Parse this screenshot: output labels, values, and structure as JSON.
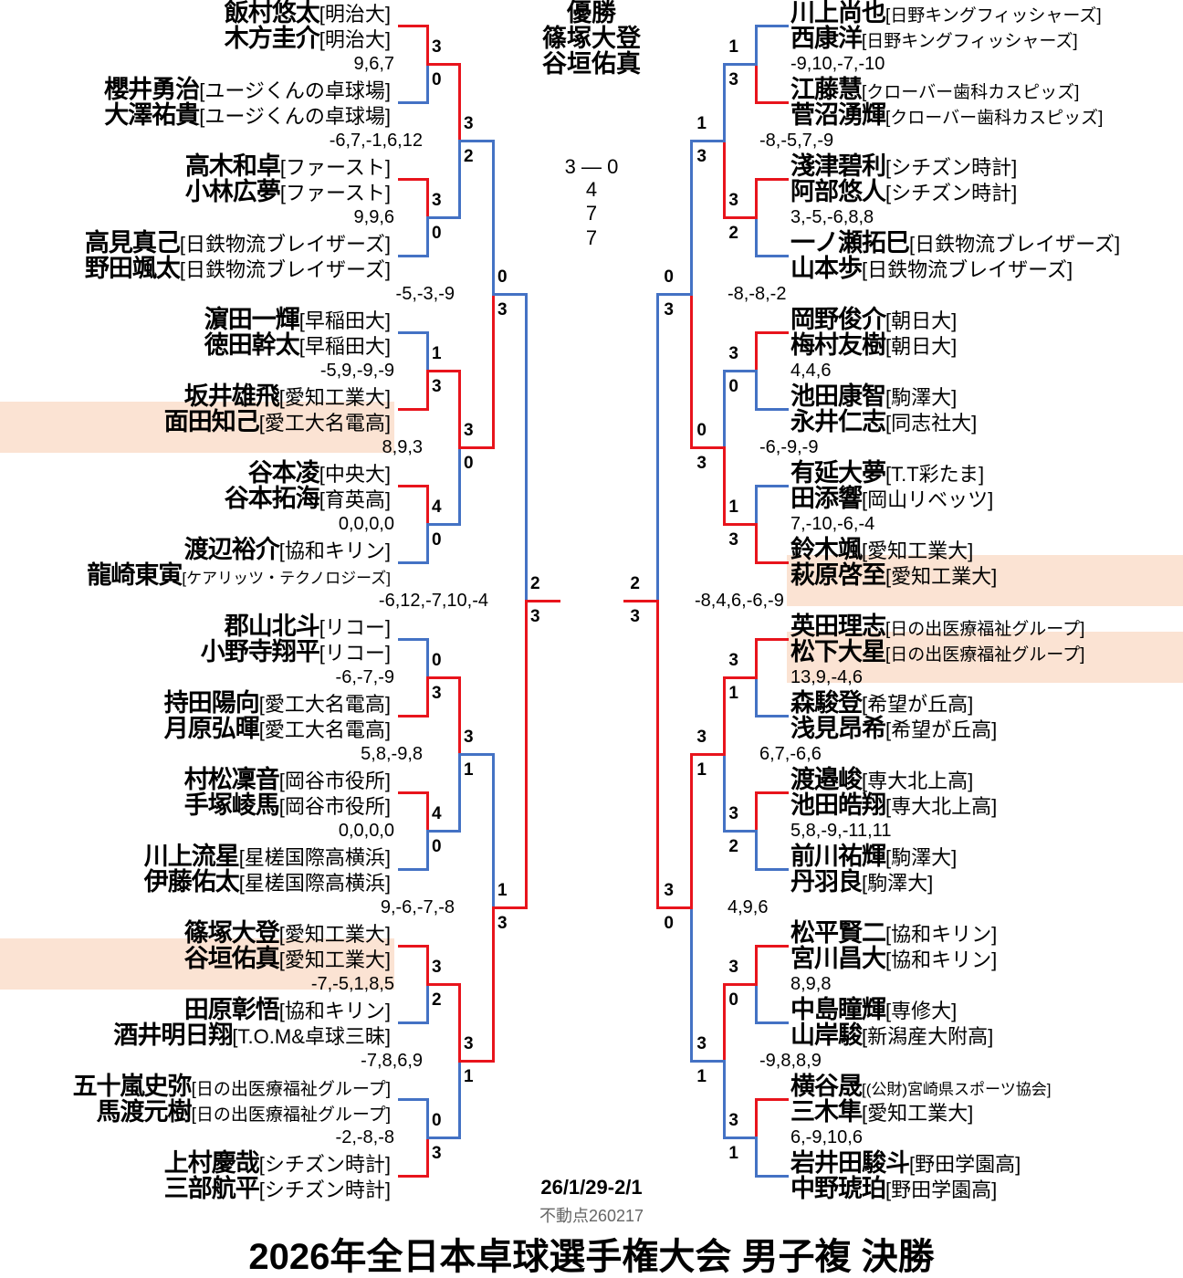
{
  "title": "2026年全日本卓球選手権大会 男子複 決勝",
  "date": "26/1/29-2/1",
  "credit": "不動点260217",
  "champion": {
    "label": "優勝",
    "players": [
      "篠塚大登",
      "谷垣佑真"
    ]
  },
  "final": {
    "score": "3 ― 0",
    "games": [
      "4",
      "7",
      "7"
    ]
  },
  "colors": {
    "win": "#e8141c",
    "lose": "#4472c4",
    "highlight": "#fbe3d3"
  },
  "left": {
    "pairs": [
      {
        "highlighted": false,
        "players": [
          {
            "name": "飯村悠太",
            "team": "明治大"
          },
          {
            "name": "木方圭介",
            "team": "明治大"
          }
        ]
      },
      {
        "highlighted": false,
        "players": [
          {
            "name": "櫻井勇治",
            "team": "ユージくんの卓球場"
          },
          {
            "name": "大澤祐貴",
            "team": "ユージくんの卓球場"
          }
        ]
      },
      {
        "highlighted": false,
        "players": [
          {
            "name": "高木和卓",
            "team": "ファースト"
          },
          {
            "name": "小林広夢",
            "team": "ファースト"
          }
        ]
      },
      {
        "highlighted": false,
        "players": [
          {
            "name": "高見真己",
            "team": "日鉄物流ブレイザーズ"
          },
          {
            "name": "野田颯太",
            "team": "日鉄物流ブレイザーズ"
          }
        ]
      },
      {
        "highlighted": false,
        "players": [
          {
            "name": "濵田一輝",
            "team": "早稲田大"
          },
          {
            "name": "徳田幹太",
            "team": "早稲田大"
          }
        ]
      },
      {
        "highlighted": true,
        "players": [
          {
            "name": "坂井雄飛",
            "team": "愛知工業大"
          },
          {
            "name": "面田知己",
            "team": "愛工大名電高"
          }
        ]
      },
      {
        "highlighted": false,
        "players": [
          {
            "name": "谷本凌",
            "team": "中央大"
          },
          {
            "name": "谷本拓海",
            "team": "育英高"
          }
        ]
      },
      {
        "highlighted": false,
        "players": [
          {
            "name": "渡辺裕介",
            "team": "協和キリン"
          },
          {
            "name": "龍崎東寅",
            "team": "ケアリッツ・テクノロジーズ"
          }
        ]
      },
      {
        "highlighted": false,
        "players": [
          {
            "name": "郡山北斗",
            "team": "リコー"
          },
          {
            "name": "小野寺翔平",
            "team": "リコー"
          }
        ]
      },
      {
        "highlighted": false,
        "players": [
          {
            "name": "持田陽向",
            "team": "愛工大名電高"
          },
          {
            "name": "月原弘暉",
            "team": "愛工大名電高"
          }
        ]
      },
      {
        "highlighted": false,
        "players": [
          {
            "name": "村松凜音",
            "team": "岡谷市役所"
          },
          {
            "name": "手塚崚馬",
            "team": "岡谷市役所"
          }
        ]
      },
      {
        "highlighted": false,
        "players": [
          {
            "name": "川上流星",
            "team": "星槎国際高横浜"
          },
          {
            "name": "伊藤佑太",
            "team": "星槎国際高横浜"
          }
        ]
      },
      {
        "highlighted": true,
        "players": [
          {
            "name": "篠塚大登",
            "team": "愛知工業大"
          },
          {
            "name": "谷垣佑真",
            "team": "愛知工業大"
          }
        ]
      },
      {
        "highlighted": false,
        "players": [
          {
            "name": "田原彰悟",
            "team": "協和キリン"
          },
          {
            "name": "酒井明日翔",
            "team": "T.O.M&卓球三昧"
          }
        ]
      },
      {
        "highlighted": false,
        "players": [
          {
            "name": "五十嵐史弥",
            "team": "日の出医療福祉グループ"
          },
          {
            "name": "馬渡元樹",
            "team": "日の出医療福祉グループ"
          }
        ]
      },
      {
        "highlighted": false,
        "players": [
          {
            "name": "上村慶哉",
            "team": "シチズン時計"
          },
          {
            "name": "三部航平",
            "team": "シチズン時計"
          }
        ]
      }
    ],
    "rounds": [
      [
        {
          "scores": [
            "3",
            "0"
          ],
          "games": "9,6,7"
        },
        {
          "scores": [
            "3",
            "0"
          ],
          "games": "9,9,6"
        },
        {
          "scores": [
            "1",
            "3"
          ],
          "games": "-5,9,-9,-9"
        },
        {
          "scores": [
            "4",
            "0"
          ],
          "games": "0,0,0,0"
        },
        {
          "scores": [
            "0",
            "3"
          ],
          "games": "-6,-7,-9"
        },
        {
          "scores": [
            "4",
            "0"
          ],
          "games": "0,0,0,0"
        },
        {
          "scores": [
            "3",
            "2"
          ],
          "games": "-7,-5,1,8,5"
        },
        {
          "scores": [
            "0",
            "3"
          ],
          "games": "-2,-8,-8"
        }
      ],
      [
        {
          "scores": [
            "3",
            "2"
          ],
          "games": "-6,7,-1,6,12"
        },
        {
          "scores": [
            "3",
            "0"
          ],
          "games": "8,9,3"
        },
        {
          "scores": [
            "3",
            "1"
          ],
          "games": "5,8,-9,8"
        },
        {
          "scores": [
            "3",
            "1"
          ],
          "games": "-7,8,6,9"
        }
      ],
      [
        {
          "scores": [
            "0",
            "3"
          ],
          "games": "-5,-3,-9"
        },
        {
          "scores": [
            "1",
            "3"
          ],
          "games": "9,-6,-7,-8"
        }
      ],
      [
        {
          "scores": [
            "2",
            "3"
          ],
          "games": "-6,12,-7,10,-4"
        }
      ]
    ]
  },
  "right": {
    "pairs": [
      {
        "highlighted": false,
        "players": [
          {
            "name": "川上尚也",
            "team": "日野キングフィッシャーズ"
          },
          {
            "name": "西康洋",
            "team": "日野キングフィッシャーズ"
          }
        ]
      },
      {
        "highlighted": false,
        "players": [
          {
            "name": "江藤慧",
            "team": "クローバー歯科カスピッズ"
          },
          {
            "name": "菅沼湧輝",
            "team": "クローバー歯科カスピッズ"
          }
        ]
      },
      {
        "highlighted": false,
        "players": [
          {
            "name": "淺津碧利",
            "team": "シチズン時計"
          },
          {
            "name": "阿部悠人",
            "team": "シチズン時計"
          }
        ]
      },
      {
        "highlighted": false,
        "players": [
          {
            "name": "一ノ瀬拓巳",
            "team": "日鉄物流ブレイザーズ"
          },
          {
            "name": "山本歩",
            "team": "日鉄物流ブレイザーズ"
          }
        ]
      },
      {
        "highlighted": false,
        "players": [
          {
            "name": "岡野俊介",
            "team": "朝日大"
          },
          {
            "name": "梅村友樹",
            "team": "朝日大"
          }
        ]
      },
      {
        "highlighted": false,
        "players": [
          {
            "name": "池田康智",
            "team": "駒澤大"
          },
          {
            "name": "永井仁志",
            "team": "同志社大"
          }
        ]
      },
      {
        "highlighted": false,
        "players": [
          {
            "name": "有延大夢",
            "team": "T.T彩たま"
          },
          {
            "name": "田添響",
            "team": "岡山リベッツ"
          }
        ]
      },
      {
        "highlighted": true,
        "players": [
          {
            "name": "鈴木颯",
            "team": "愛知工業大"
          },
          {
            "name": "萩原啓至",
            "team": "愛知工業大"
          }
        ]
      },
      {
        "highlighted": true,
        "players": [
          {
            "name": "英田理志",
            "team": "日の出医療福祉グループ"
          },
          {
            "name": "松下大星",
            "team": "日の出医療福祉グループ"
          }
        ]
      },
      {
        "highlighted": false,
        "players": [
          {
            "name": "森駿登",
            "team": "希望が丘高"
          },
          {
            "name": "浅見昂希",
            "team": "希望が丘高"
          }
        ]
      },
      {
        "highlighted": false,
        "players": [
          {
            "name": "渡邉峻",
            "team": "専大北上高"
          },
          {
            "name": "池田皓翔",
            "team": "専大北上高"
          }
        ]
      },
      {
        "highlighted": false,
        "players": [
          {
            "name": "前川祐輝",
            "team": "駒澤大"
          },
          {
            "name": "丹羽良",
            "team": "駒澤大"
          }
        ]
      },
      {
        "highlighted": false,
        "players": [
          {
            "name": "松平賢二",
            "team": "協和キリン"
          },
          {
            "name": "宮川昌大",
            "team": "協和キリン"
          }
        ]
      },
      {
        "highlighted": false,
        "players": [
          {
            "name": "中島瞳輝",
            "team": "専修大"
          },
          {
            "name": "山岸駿",
            "team": "新潟産大附高"
          }
        ]
      },
      {
        "highlighted": false,
        "players": [
          {
            "name": "横谷晟",
            "team": "(公財)宮崎県スポーツ協会"
          },
          {
            "name": "三木隼",
            "team": "愛知工業大"
          }
        ]
      },
      {
        "highlighted": false,
        "players": [
          {
            "name": "岩井田駿斗",
            "team": "野田学園高"
          },
          {
            "name": "中野琥珀",
            "team": "野田学園高"
          }
        ]
      }
    ],
    "rounds": [
      [
        {
          "scores": [
            "1",
            "3"
          ],
          "games": "-9,10,-7,-10"
        },
        {
          "scores": [
            "3",
            "2"
          ],
          "games": "3,-5,-6,8,8"
        },
        {
          "scores": [
            "3",
            "0"
          ],
          "games": "4,4,6"
        },
        {
          "scores": [
            "1",
            "3"
          ],
          "games": "7,-10,-6,-4"
        },
        {
          "scores": [
            "3",
            "1"
          ],
          "games": "13,9,-4,6"
        },
        {
          "scores": [
            "3",
            "2"
          ],
          "games": "5,8,-9,-11,11"
        },
        {
          "scores": [
            "3",
            "0"
          ],
          "games": "8,9,8"
        },
        {
          "scores": [
            "3",
            "1"
          ],
          "games": "6,-9,10,6"
        }
      ],
      [
        {
          "scores": [
            "1",
            "3"
          ],
          "games": "-8,-5,7,-9"
        },
        {
          "scores": [
            "0",
            "3"
          ],
          "games": "-6,-9,-9"
        },
        {
          "scores": [
            "3",
            "1"
          ],
          "games": "6,7,-6,6"
        },
        {
          "scores": [
            "3",
            "1"
          ],
          "games": "-9,8,8,9"
        }
      ],
      [
        {
          "scores": [
            "0",
            "3"
          ],
          "games": "-8,-8,-2"
        },
        {
          "scores": [
            "3",
            "0"
          ],
          "games": "4,9,6"
        }
      ],
      [
        {
          "scores": [
            "2",
            "3"
          ],
          "games": "-8,4,6,-6,-9"
        }
      ]
    ]
  }
}
